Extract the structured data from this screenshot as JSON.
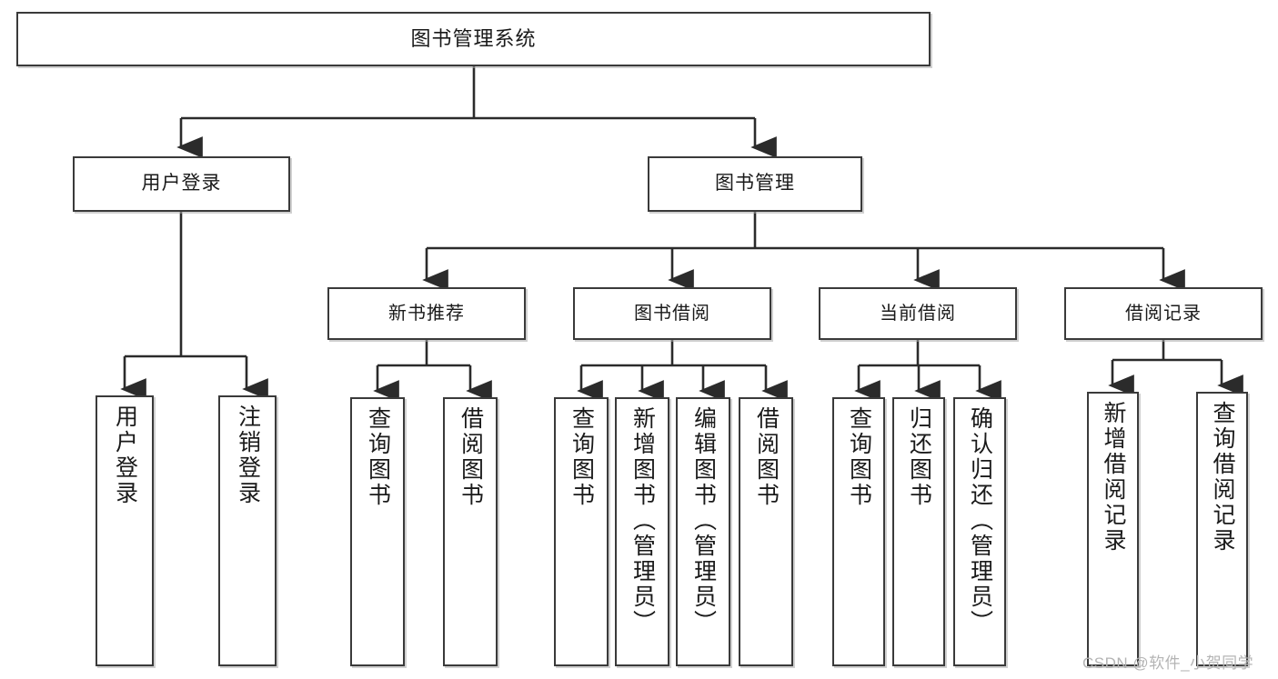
{
  "diagram": {
    "title": "图书管理系统",
    "type": "functional-structure-tree",
    "root": {
      "label": "图书管理系统"
    },
    "level1": [
      {
        "label": "用户登录"
      },
      {
        "label": "图书管理"
      }
    ],
    "level2": [
      {
        "label": "新书推荐"
      },
      {
        "label": "图书借阅"
      },
      {
        "label": "当前借阅"
      },
      {
        "label": "借阅记录"
      }
    ],
    "leaves": {
      "user_login": [
        {
          "label": "用户登录"
        },
        {
          "label": "注销登录"
        }
      ],
      "new_book_recommend": [
        {
          "label": "查询图书"
        },
        {
          "label": "借阅图书"
        }
      ],
      "book_borrow": [
        {
          "label": "查询图书"
        },
        {
          "label": "新增图书（管理员）"
        },
        {
          "label": "编辑图书（管理员）"
        },
        {
          "label": "借阅图书"
        }
      ],
      "current_borrow": [
        {
          "label": "查询图书"
        },
        {
          "label": "归还图书"
        },
        {
          "label": "确认归还（管理员）"
        }
      ],
      "borrow_record": [
        {
          "label": "新增借阅记录"
        },
        {
          "label": "查询借阅记录"
        }
      ]
    }
  },
  "watermark": {
    "text": "CSDN @软件_小贺同学"
  },
  "colors": {
    "border": "#3a3a3a",
    "background": "#ffffff",
    "text": "#1a1a1a",
    "watermark": "#b4b4b4",
    "edge": "#2b2b2b"
  }
}
